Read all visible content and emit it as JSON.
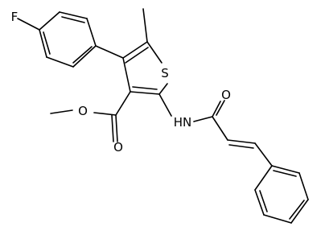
{
  "atom_labels": {
    "fluorine": "F",
    "methyl": "methyl",
    "sulfur": "S",
    "ester_carbonyl_o": "O",
    "ester_ether_o": "O",
    "amide_o": "O",
    "amide_nh": "HN"
  },
  "colors": {
    "bond": "#000000",
    "text": "#000000",
    "background": "#ffffff"
  }
}
